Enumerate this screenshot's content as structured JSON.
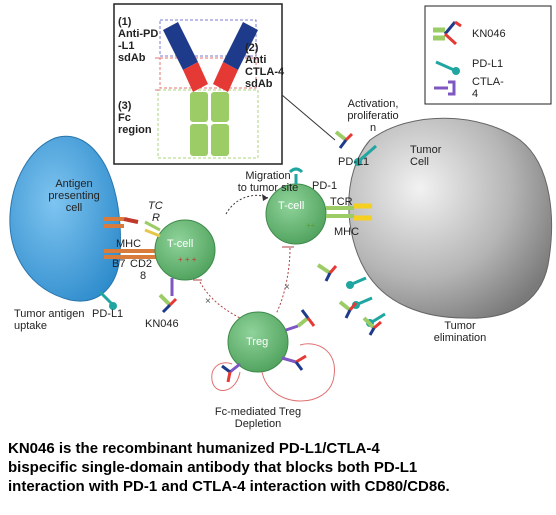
{
  "inset": {
    "item1": [
      "(1)",
      "Anti-PD",
      "-L1",
      "sdAb"
    ],
    "item2": [
      "(2)",
      "Anti",
      "CTLA-4",
      "sdAb"
    ],
    "item3": [
      "(3)",
      "Fc",
      "region"
    ]
  },
  "legend": {
    "kn046": "KN046",
    "pdl1": "PD-L1",
    "ctla4": [
      "CTLA-",
      "4"
    ]
  },
  "cells": {
    "apc": [
      "Antigen",
      "presenting",
      "cell"
    ],
    "tcell_left": "T-cell",
    "tcell_right": "T-cell",
    "treg": "Treg",
    "tumor": [
      "Tumor",
      "Cell"
    ]
  },
  "labels": {
    "activation": [
      "Activation,",
      "proliferatio",
      "n"
    ],
    "pdl1_tumor": "PD-L1",
    "pd1": "PD-1",
    "tcr_right": "TCR",
    "mhc_right": "MHC",
    "migration": [
      "Migration",
      "to tumor site"
    ],
    "tcr_left": [
      "TC",
      "R"
    ],
    "mhc_left": "MHC",
    "b7": "B7",
    "cd28": [
      "CD2",
      "8"
    ],
    "tumor_antigen": [
      "Tumor antigen",
      "uptake"
    ],
    "pdl1_apc": "PD-L1",
    "kn046_cell": "KN046",
    "tumor_elimination": [
      "Tumor",
      "elimination"
    ],
    "fc_depletion": [
      "Fc-mediated Treg",
      "Depletion"
    ]
  },
  "caption": [
    "KN046 is the recombinant humanized PD-L1/CTLA-4",
    "bispecific single-domain antibody that blocks both PD-L1",
    "interaction with PD-1 and CTLA-4 interaction with CD80/CD86."
  ],
  "colors": {
    "apc": "#3d9ad8",
    "tcell": "#6fbf7a",
    "tumor": "#9a9a9a",
    "antibody_blue": "#1e3a8a",
    "antibody_red": "#e53935",
    "antibody_green": "#9ccc65",
    "pdl1": "#1fa6a0",
    "ctla4": "#7e57c2"
  }
}
